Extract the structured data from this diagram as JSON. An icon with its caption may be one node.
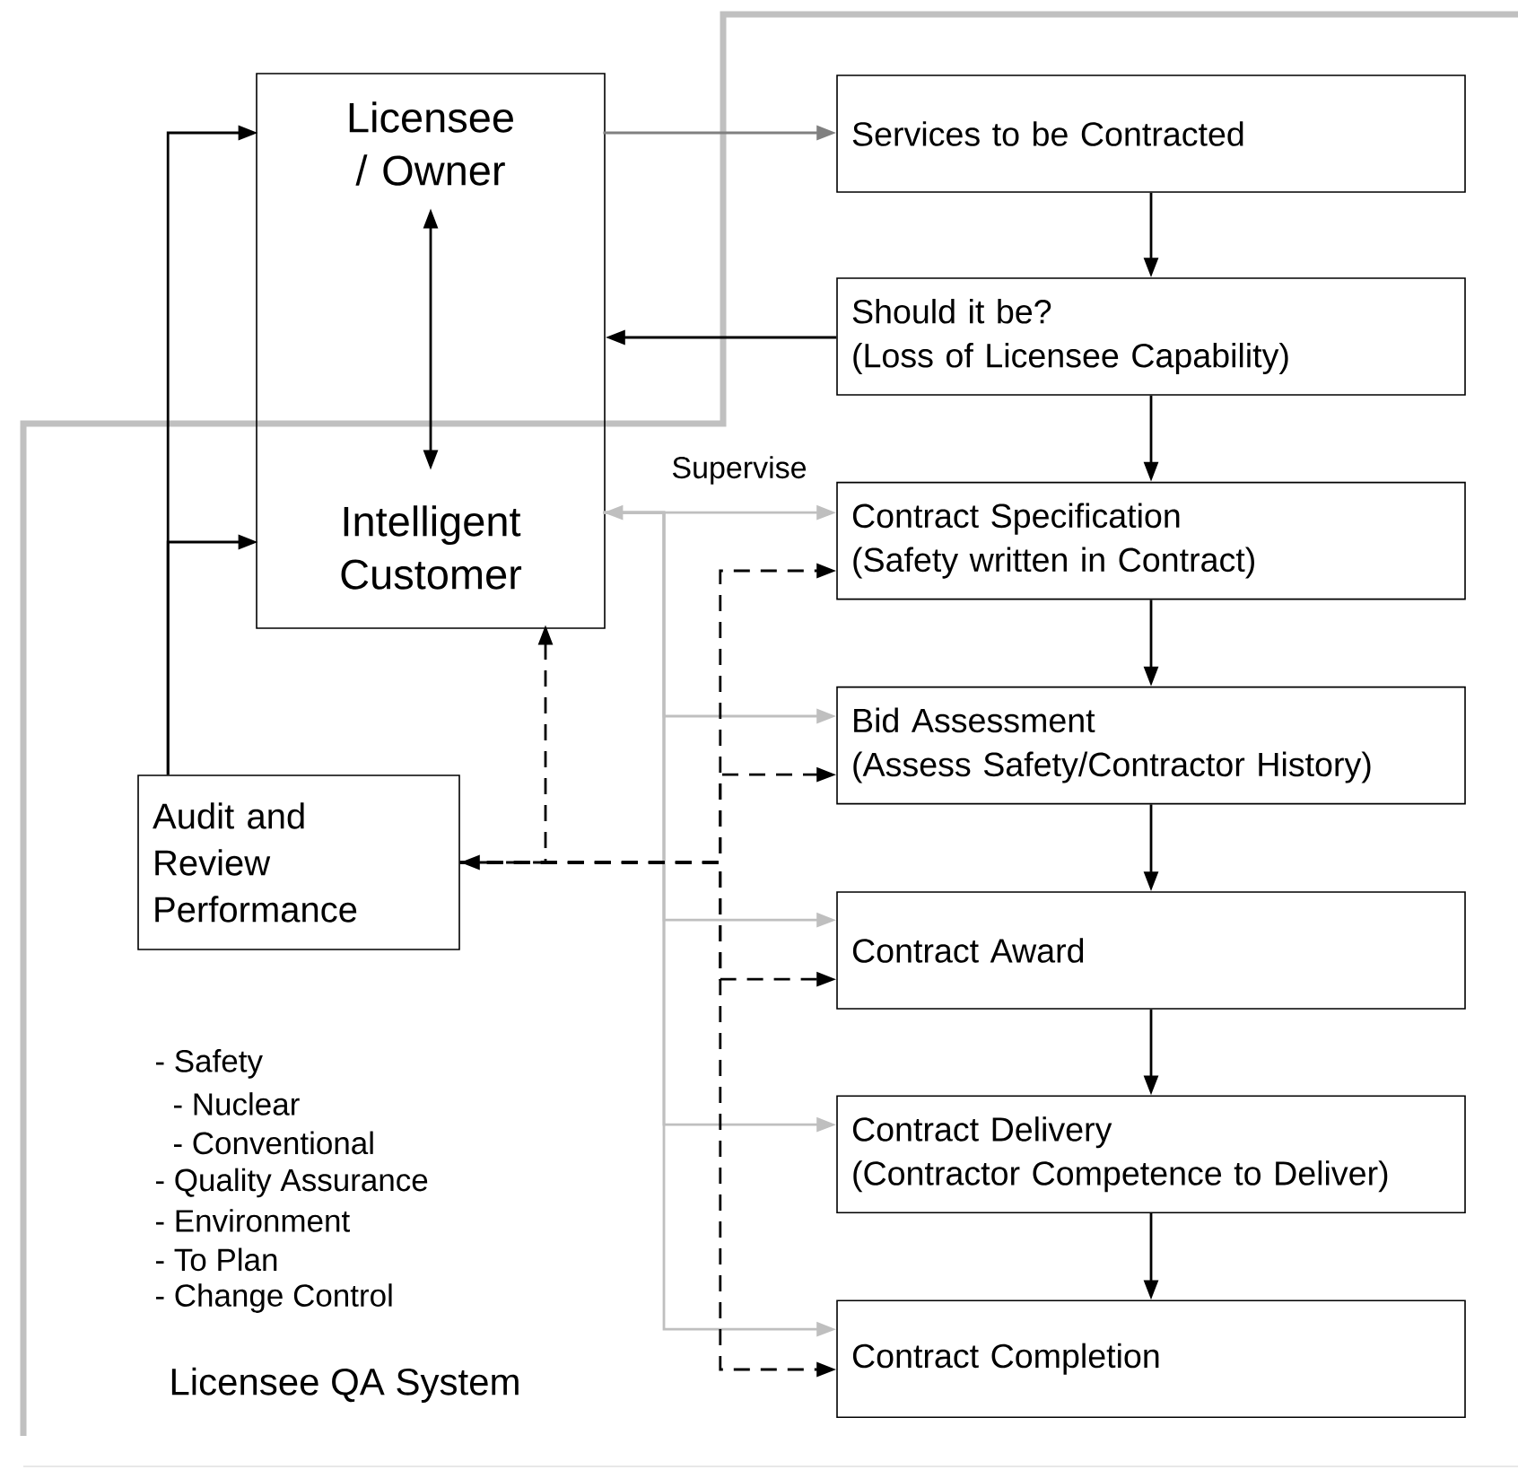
{
  "diagram": {
    "nodes": [
      {
        "text": [],
        "shape": "box"
      },
      {
        "text": [
          "Licensee / Owner"
        ],
        "in": 0
      },
      {
        "text": [
          "Intelligent Customer"
        ],
        "in": 0
      },
      {
        "text": [
          "Services to be Contracted"
        ]
      },
      {
        "text": [
          "Should it be?",
          "(Loss of Licensee Capability)"
        ]
      },
      {
        "text": [
          "Contract Specification",
          "(Safety written in Contract)"
        ]
      },
      {
        "text": [
          "Bid Assessment",
          "(Assess Safety/Contractor History)"
        ]
      },
      {
        "text": [
          "Contract Award"
        ]
      },
      {
        "text": [
          "Contract Delivery",
          "(Contractor Competence to Deliver)"
        ]
      },
      {
        "text": [
          "Contract Completion"
        ]
      },
      {
        "text": [
          "Audit and Review Performance"
        ]
      }
    ],
    "edges": [
      {
        "from": 1,
        "to": 3,
        "arrow": "to",
        "color": "#808080"
      },
      {
        "from": 3,
        "to": 4,
        "arrow": "to"
      },
      {
        "from": 4,
        "to": 0,
        "arrow": "to"
      },
      {
        "from": 1,
        "to": 2,
        "arrow": "both"
      },
      {
        "from": 4,
        "to": 5,
        "arrow": "to"
      },
      {
        "from": 5,
        "to": 6,
        "arrow": "to"
      },
      {
        "from": 6,
        "to": 7,
        "arrow": "to"
      },
      {
        "from": 7,
        "to": 8,
        "arrow": "to"
      },
      {
        "from": 8,
        "to": 9,
        "arrow": "to"
      },
      {
        "from": 10,
        "to": 1,
        "arrow": "to"
      },
      {
        "from": 10,
        "to": 2,
        "arrow": "to"
      },
      {
        "from": 2,
        "to": 5,
        "arrow": "both",
        "label": "Supervise",
        "color": "#bfbfbf"
      },
      {
        "from": 2,
        "to": 6,
        "arrow": "to",
        "color": "#bfbfbf"
      },
      {
        "from": 2,
        "to": 7,
        "arrow": "to",
        "color": "#bfbfbf"
      },
      {
        "from": 2,
        "to": 8,
        "arrow": "to",
        "color": "#bfbfbf"
      },
      {
        "from": 2,
        "to": 9,
        "arrow": "to",
        "color": "#bfbfbf"
      },
      {
        "from": 10,
        "to": 2,
        "arrow": "both",
        "style": "dashed"
      },
      {
        "from": 10,
        "to": 5,
        "arrow": "to",
        "style": "dashed"
      },
      {
        "from": 10,
        "to": 6,
        "arrow": "to",
        "style": "dashed"
      },
      {
        "from": 10,
        "to": 7,
        "arrow": "to",
        "style": "dashed"
      },
      {
        "from": 10,
        "to": 9,
        "arrow": "to",
        "style": "dashed"
      }
    ],
    "labels": [
      "- Safety",
      "- Nuclear",
      "- Conventional",
      "- Quality Assurance",
      "- Environment",
      "- To Plan",
      "- Change Control",
      "Licensee QA System"
    ]
  }
}
